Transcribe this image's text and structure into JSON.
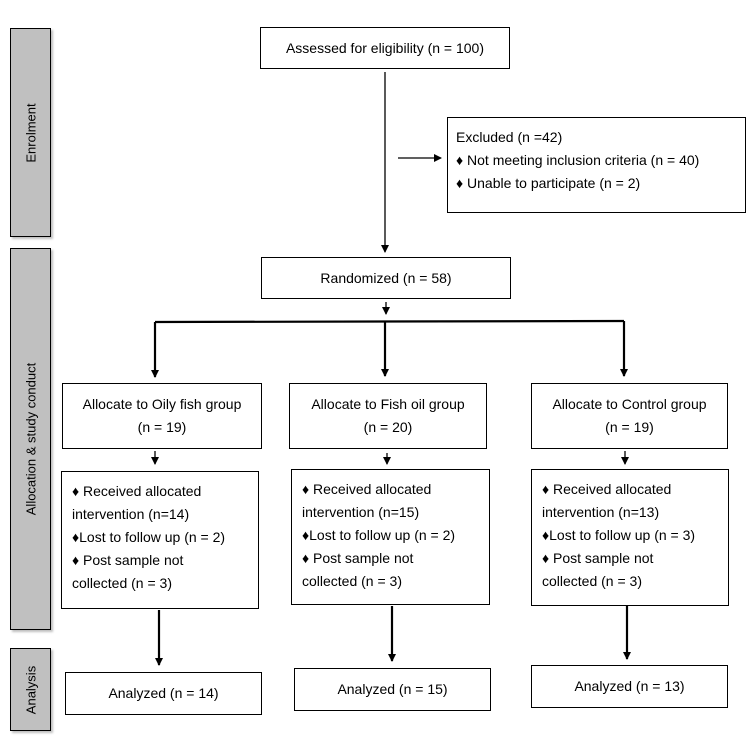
{
  "phases": {
    "enrolment": "Enrolment",
    "allocation": "Allocation & study conduct",
    "analysis": "Analysis"
  },
  "assessed": "Assessed for eligibility (n = 100)",
  "excluded": {
    "title": "Excluded (n =42)",
    "items": [
      "♦ Not meeting inclusion criteria (n = 40)",
      "♦ Unable to participate (n = 2)"
    ]
  },
  "randomized": "Randomized (n = 58)",
  "groups": [
    {
      "title": "Allocate to Oily fish group",
      "n": "(n = 19)",
      "details": [
        "♦ Received allocated",
        "intervention (n=14)",
        "♦Lost to follow up (n = 2)",
        "♦ Post sample not",
        "collected (n = 3)"
      ],
      "analyzed": "Analyzed (n = 14)"
    },
    {
      "title": "Allocate to Fish oil group",
      "n": "(n = 20)",
      "details": [
        "♦ Received allocated",
        "intervention (n=15)",
        "♦Lost to follow up (n = 2)",
        "♦ Post sample not",
        "collected (n = 3)"
      ],
      "analyzed": "Analyzed (n = 15)"
    },
    {
      "title": "Allocate to Control group",
      "n": "(n = 19)",
      "details": [
        "♦ Received allocated",
        "intervention (n=13)",
        "♦Lost to follow up (n = 3)",
        "♦ Post sample not",
        "collected (n = 3)"
      ],
      "analyzed": "Analyzed (n = 13)"
    }
  ]
}
